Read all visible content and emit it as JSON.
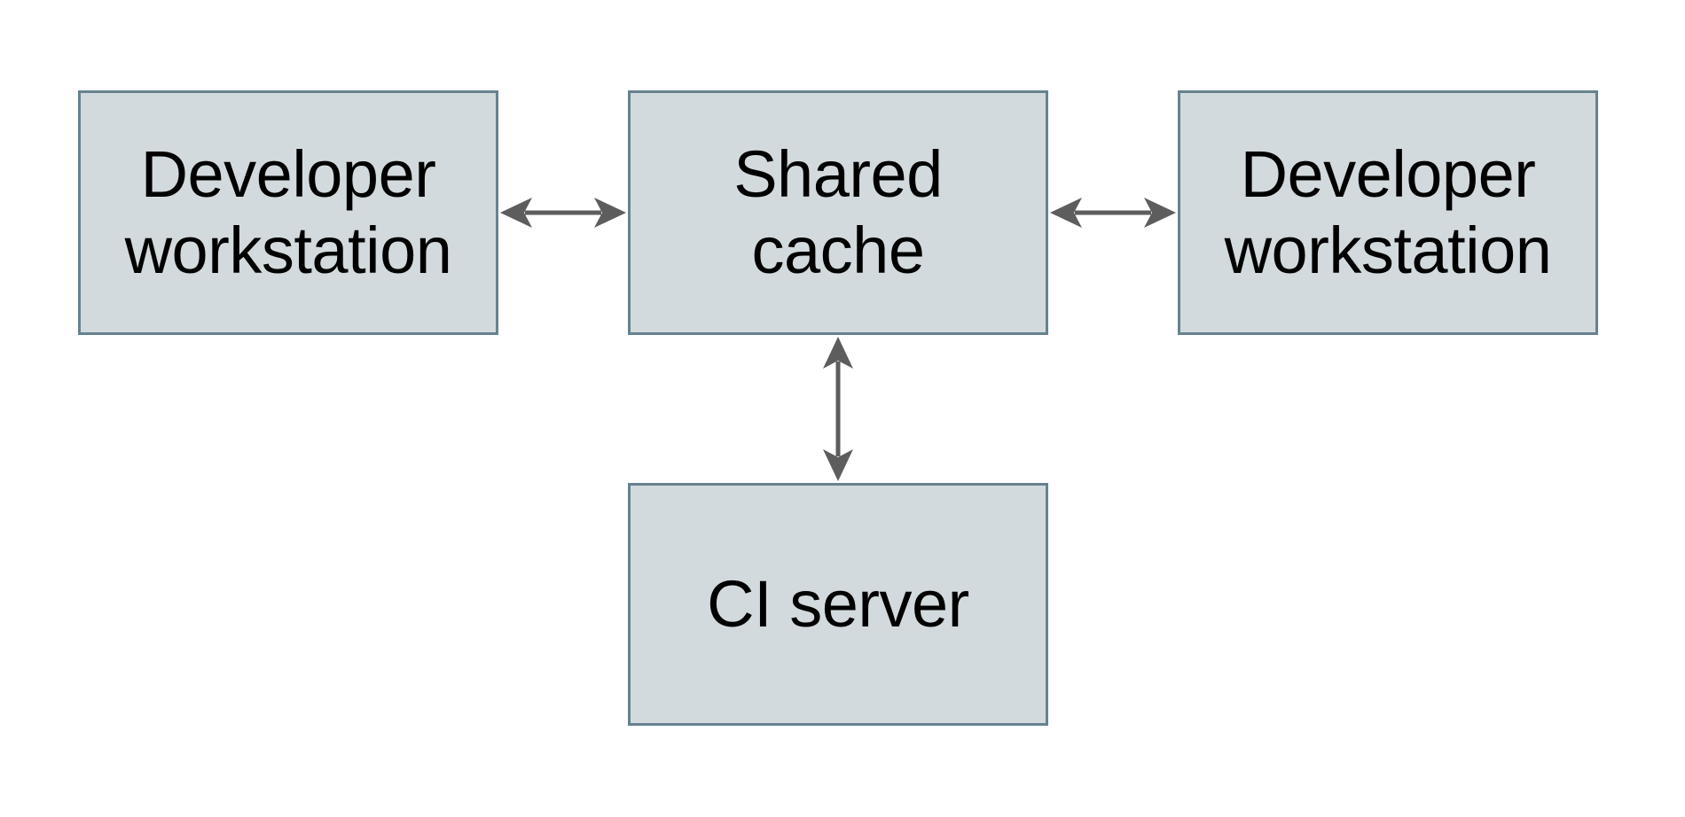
{
  "colors": {
    "background": "#ffffff",
    "node-fill": "#d3dadd",
    "node-border": "#66828f",
    "arrow": "#5d5d5d",
    "text": "#000000"
  },
  "diagram": {
    "nodes": [
      {
        "id": "developer-workstation-left",
        "label": "Developer\nworkstation"
      },
      {
        "id": "shared-cache",
        "label": "Shared\ncache"
      },
      {
        "id": "developer-workstation-right",
        "label": "Developer\nworkstation"
      },
      {
        "id": "ci-server",
        "label": "CI server"
      }
    ],
    "edges": [
      {
        "from": "developer-workstation-left",
        "to": "shared-cache",
        "direction": "bidirectional"
      },
      {
        "from": "developer-workstation-right",
        "to": "shared-cache",
        "direction": "bidirectional"
      },
      {
        "from": "ci-server",
        "to": "shared-cache",
        "direction": "bidirectional"
      }
    ]
  }
}
